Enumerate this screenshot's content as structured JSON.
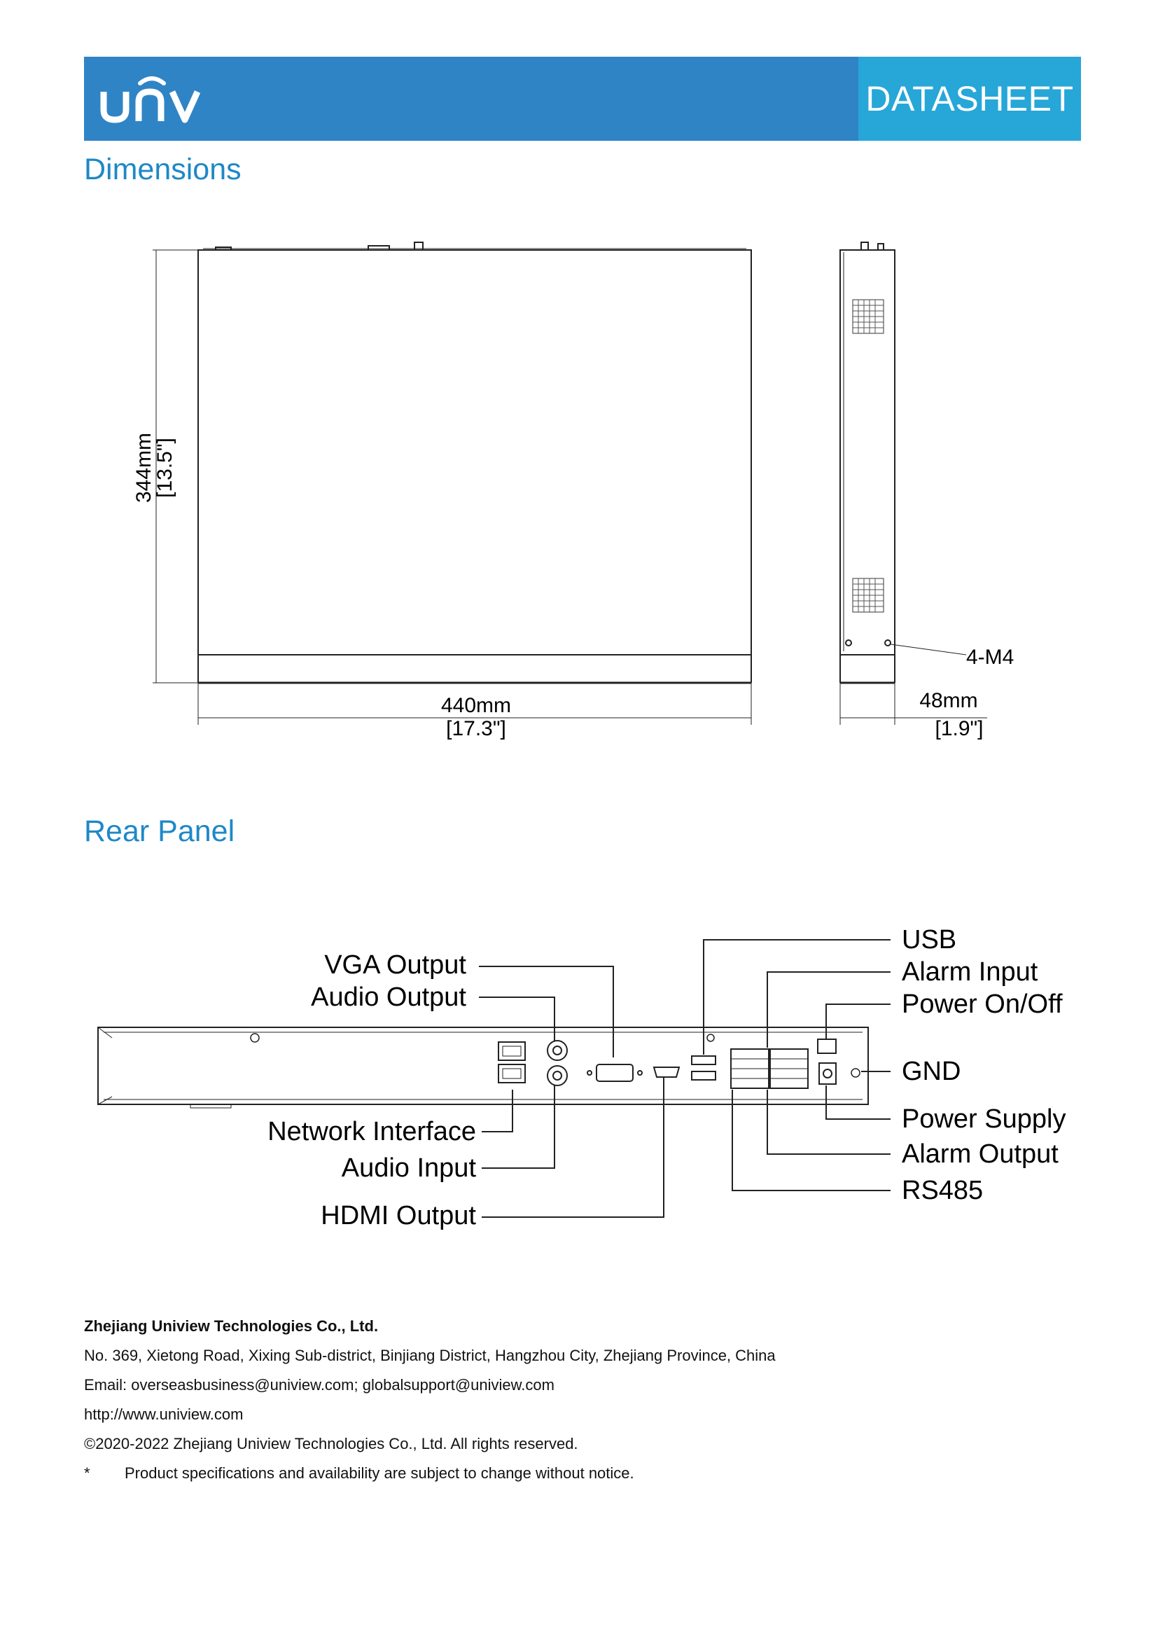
{
  "header": {
    "brand": "UNV",
    "doc_type": "DATASHEET"
  },
  "dimensions": {
    "title": "Dimensions",
    "depth_mm": "344mm",
    "depth_in": "[13.5\"]",
    "width_mm": "440mm",
    "width_in": "[17.3\"]",
    "height_mm": "48mm",
    "height_in": "[1.9\"]",
    "screw_note": "4-M4"
  },
  "rear_panel": {
    "title": "Rear Panel",
    "labels_left": [
      "VGA Output",
      "Audio Output",
      "Network Interface",
      "Audio Input",
      "HDMI Output"
    ],
    "labels_right": [
      "USB",
      "Alarm Input",
      "Power On/Off",
      "GND",
      "Power Supply",
      "Alarm Output",
      "RS485"
    ]
  },
  "footer": {
    "company": "Zhejiang Uniview Technologies Co., Ltd.",
    "address": "No. 369, Xietong Road, Xixing Sub-district, Binjiang District, Hangzhou City, Zhejiang Province, China",
    "email": "Email: overseasbusiness@uniview.com; globalsupport@uniview.com",
    "website": "http://www.uniview.com",
    "copyright": "©2020-2022 Zhejiang Uniview Technologies Co., Ltd. All rights reserved.",
    "note_marker": "*",
    "note": "Product specifications and availability are subject to change without notice."
  }
}
